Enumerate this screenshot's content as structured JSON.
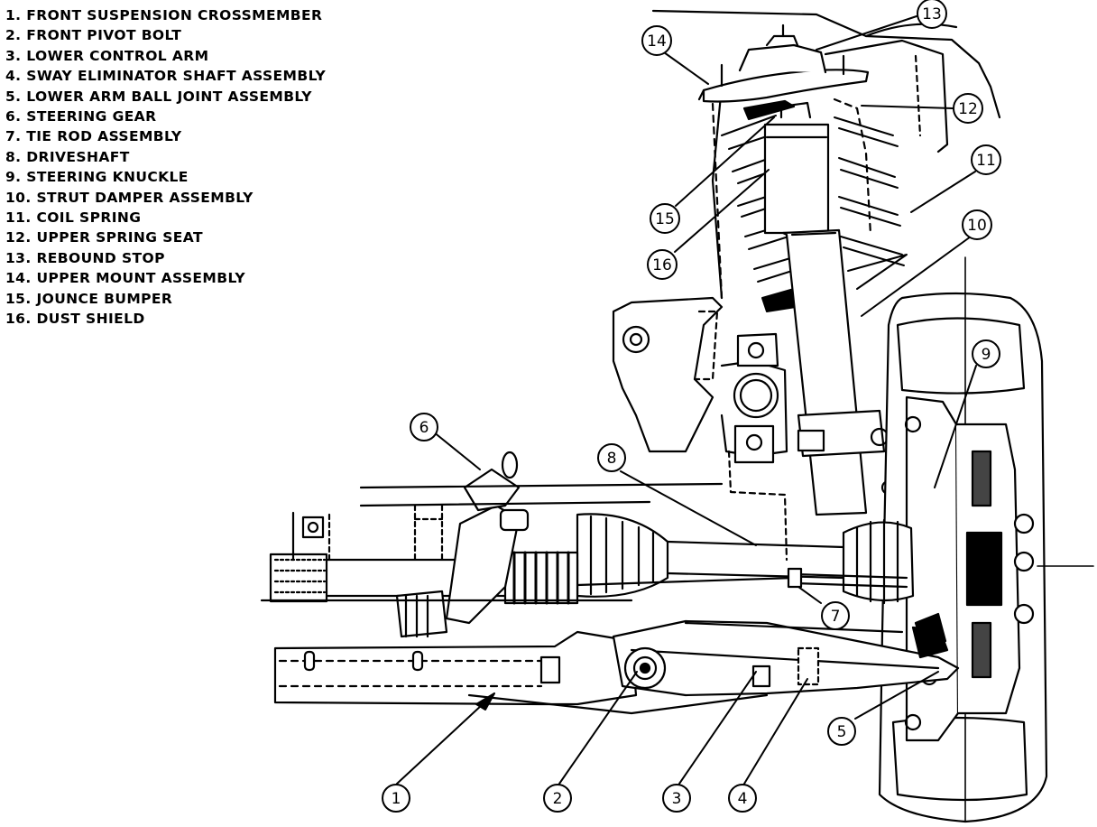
{
  "legend": [
    {
      "number": "1",
      "label": "FRONT SUSPENSION CROSSMEMBER",
      "text": "1. FRONT SUSPENSION CROSSMEMBER"
    },
    {
      "number": "2",
      "label": "FRONT PIVOT BOLT",
      "text": "2. FRONT PIVOT BOLT"
    },
    {
      "number": "3",
      "label": "LOWER CONTROL ARM",
      "text": "3. LOWER CONTROL ARM"
    },
    {
      "number": "4",
      "label": "SWAY ELIMINATOR SHAFT ASSEMBLY",
      "text": "4. SWAY ELIMINATOR SHAFT ASSEMBLY"
    },
    {
      "number": "5",
      "label": "LOWER ARM BALL JOINT ASSEMBLY",
      "text": "5. LOWER ARM BALL JOINT ASSEMBLY"
    },
    {
      "number": "6",
      "label": "STEERING GEAR",
      "text": "6. STEERING GEAR"
    },
    {
      "number": "7",
      "label": "TIE ROD ASSEMBLY",
      "text": "7. TIE ROD ASSEMBLY"
    },
    {
      "number": "8",
      "label": "DRIVESHAFT",
      "text": "8. DRIVESHAFT"
    },
    {
      "number": "9",
      "label": "STEERING KNUCKLE",
      "text": "9. STEERING KNUCKLE"
    },
    {
      "number": "10",
      "label": "STRUT DAMPER ASSEMBLY",
      "text": "10. STRUT DAMPER ASSEMBLY"
    },
    {
      "number": "11",
      "label": "COIL SPRING",
      "text": "11. COIL SPRING"
    },
    {
      "number": "12",
      "label": "UPPER SPRING SEAT",
      "text": "12. UPPER SPRING SEAT"
    },
    {
      "number": "13",
      "label": "REBOUND STOP",
      "text": "13. REBOUND STOP"
    },
    {
      "number": "14",
      "label": "UPPER MOUNT ASSEMBLY",
      "text": "14. UPPER MOUNT ASSEMBLY"
    },
    {
      "number": "15",
      "label": "JOUNCE BUMPER",
      "text": "15. JOUNCE BUMPER"
    },
    {
      "number": "16",
      "label": "DUST SHIELD",
      "text": "16. DUST SHIELD"
    }
  ],
  "callouts": [
    "1",
    "2",
    "3",
    "4",
    "5",
    "6",
    "7",
    "8",
    "9",
    "10",
    "11",
    "12",
    "13",
    "14",
    "15",
    "16"
  ],
  "colors": {
    "ink": "#000000",
    "paper": "#ffffff",
    "shade": "#d8d8d8"
  }
}
